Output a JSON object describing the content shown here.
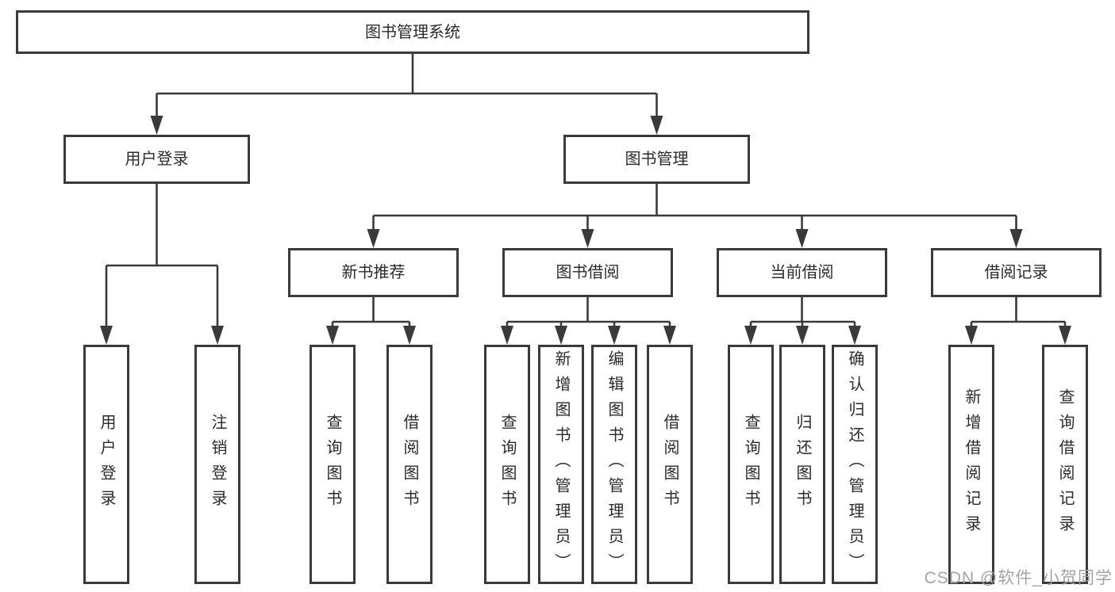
{
  "watermark": {
    "text": "CSDN @软件_小贺同学"
  },
  "colors": {
    "line": "#3a3a3a",
    "box_border": "#3a3a3a",
    "box_fill": "#ffffff",
    "text": "#2b2b2b",
    "watermark": "#a3a3a3",
    "background": "#ffffff"
  },
  "diagram": {
    "nodes": [
      {
        "id": "root",
        "label": "图书管理系统",
        "orientation": "horizontal"
      },
      {
        "id": "user-login",
        "label": "用户登录",
        "orientation": "horizontal"
      },
      {
        "id": "book-management",
        "label": "图书管理",
        "orientation": "horizontal"
      },
      {
        "id": "new-book-recommend",
        "label": "新书推荐",
        "orientation": "horizontal"
      },
      {
        "id": "book-borrowing",
        "label": "图书借阅",
        "orientation": "horizontal"
      },
      {
        "id": "current-borrowing",
        "label": "当前借阅",
        "orientation": "horizontal"
      },
      {
        "id": "borrowing-records",
        "label": "借阅记录",
        "orientation": "horizontal"
      },
      {
        "id": "leaf-user-login",
        "label": "用户登录",
        "orientation": "vertical"
      },
      {
        "id": "leaf-logout",
        "label": "注销登录",
        "orientation": "vertical"
      },
      {
        "id": "leaf-nbr-query-books",
        "label": "查询图书",
        "orientation": "vertical"
      },
      {
        "id": "leaf-nbr-borrow-books",
        "label": "借阅图书",
        "orientation": "vertical"
      },
      {
        "id": "leaf-bb-query-books",
        "label": "查询图书",
        "orientation": "vertical"
      },
      {
        "id": "leaf-bb-add-books",
        "label": "新增图书（管理员）",
        "orientation": "vertical"
      },
      {
        "id": "leaf-bb-edit-books",
        "label": "编辑图书（管理员）",
        "orientation": "vertical"
      },
      {
        "id": "leaf-bb-borrow-books",
        "label": "借阅图书",
        "orientation": "vertical"
      },
      {
        "id": "leaf-cb-query-books",
        "label": "查询图书",
        "orientation": "vertical"
      },
      {
        "id": "leaf-cb-return-books",
        "label": "归还图书",
        "orientation": "vertical"
      },
      {
        "id": "leaf-cb-confirm-return",
        "label": "确认归还（管理员）",
        "orientation": "vertical"
      },
      {
        "id": "leaf-br-add-record",
        "label": "新增借阅记录",
        "orientation": "vertical"
      },
      {
        "id": "leaf-br-query-record",
        "label": "查询借阅记录",
        "orientation": "vertical"
      }
    ],
    "edges": [
      {
        "parent": "root",
        "children": [
          "user-login",
          "book-management"
        ]
      },
      {
        "parent": "user-login",
        "children": [
          "leaf-user-login",
          "leaf-logout"
        ]
      },
      {
        "parent": "book-management",
        "children": [
          "new-book-recommend",
          "book-borrowing",
          "current-borrowing",
          "borrowing-records"
        ]
      },
      {
        "parent": "new-book-recommend",
        "children": [
          "leaf-nbr-query-books",
          "leaf-nbr-borrow-books"
        ]
      },
      {
        "parent": "book-borrowing",
        "children": [
          "leaf-bb-query-books",
          "leaf-bb-add-books",
          "leaf-bb-edit-books",
          "leaf-bb-borrow-books"
        ]
      },
      {
        "parent": "current-borrowing",
        "children": [
          "leaf-cb-query-books",
          "leaf-cb-return-books",
          "leaf-cb-confirm-return"
        ]
      },
      {
        "parent": "borrowing-records",
        "children": [
          "leaf-br-add-record",
          "leaf-br-query-record"
        ]
      }
    ]
  }
}
